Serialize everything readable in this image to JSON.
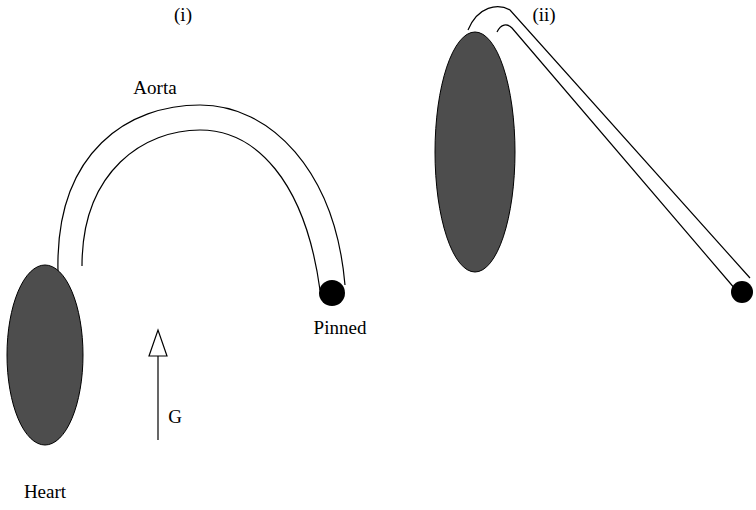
{
  "diagram": {
    "labels": [
      "(i)",
      "(ii)",
      "Aorta",
      "Pinned",
      "G",
      "Heart"
    ]
  }
}
